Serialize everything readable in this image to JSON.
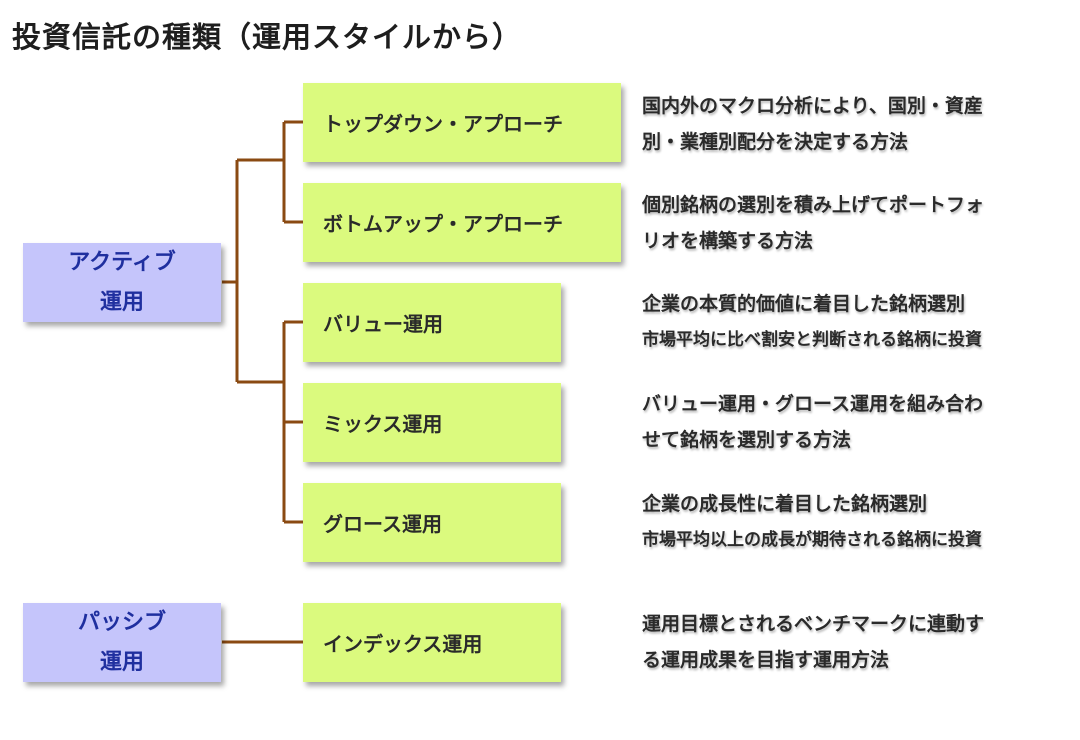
{
  "title": "投資信託の種類（運用スタイルから）",
  "roots": {
    "active": [
      "アクティブ",
      "運用"
    ],
    "passive": [
      "パッシブ",
      "運用"
    ]
  },
  "styles": [
    {
      "label": "トップダウン・アプローチ",
      "desc": [
        "国内外のマクロ分析により、国別・資産",
        "別・業種別配分を決定する方法"
      ]
    },
    {
      "label": "ボトムアップ・アプローチ",
      "desc": [
        "個別銘柄の選別を積み上げてポートフォ",
        "リオを構築する方法"
      ]
    },
    {
      "label": "バリュー運用",
      "desc": [
        "企業の本質的価値に着目した銘柄選別",
        "市場平均に比べ割安と判断される銘柄に投資"
      ]
    },
    {
      "label": "ミックス運用",
      "desc": [
        "バリュー運用・グロース運用を組み合わ",
        "せて銘柄を選別する方法"
      ]
    },
    {
      "label": "グロース運用",
      "desc": [
        "企業の成長性に着目した銘柄選別",
        "市場平均以上の成長が期待される銘柄に投資"
      ]
    },
    {
      "label": "インデックス運用",
      "desc": [
        "運用目標とされるベンチマークに連動す",
        "る運用成果を目指す運用方法"
      ]
    }
  ],
  "colors": {
    "root_fill": "#c5c5fb",
    "root_text": "#1f2f9f",
    "leaf_fill": "#dbfa7e",
    "connector": "#8a4a12"
  }
}
